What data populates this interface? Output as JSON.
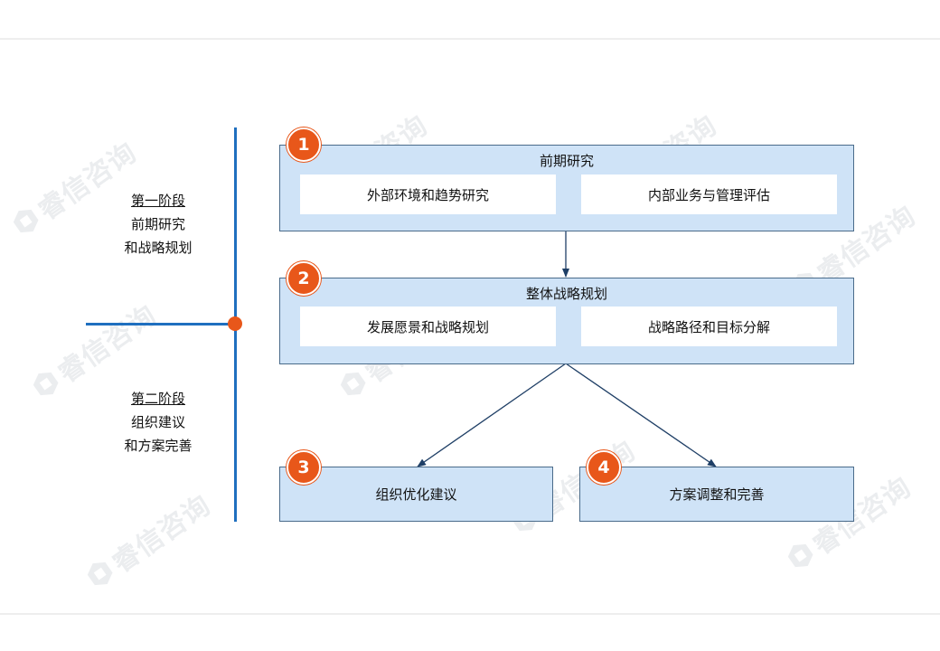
{
  "watermark": {
    "text": "睿信咨询"
  },
  "phases": [
    {
      "title": "第一阶段",
      "line1": "前期研究",
      "line2": "和战略规划"
    },
    {
      "title": "第二阶段",
      "line1": "组织建议",
      "line2": "和方案完善"
    }
  ],
  "steps": [
    {
      "number": "1",
      "title": "前期研究",
      "items": [
        "外部环境和趋势研究",
        "内部业务与管理评估"
      ]
    },
    {
      "number": "2",
      "title": "整体战略规划",
      "items": [
        "发展愿景和战略规划",
        "战略路径和目标分解"
      ]
    },
    {
      "number": "3",
      "title": "组织优化建议"
    },
    {
      "number": "4",
      "title": "方案调整和完善"
    }
  ],
  "colors": {
    "accent": "#e8571a",
    "timeline": "#1f6fbf",
    "box_fill": "#cfe3f7",
    "box_border": "#4a6b8a",
    "arrow": "#1f3f66"
  }
}
